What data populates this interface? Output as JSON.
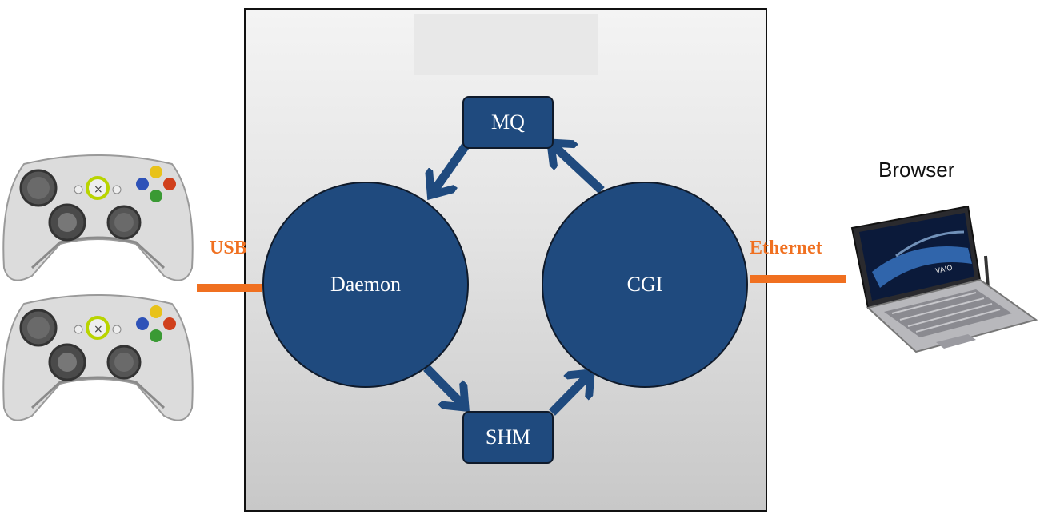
{
  "nodes": {
    "daemon": "Daemon",
    "cgi": "CGI",
    "mq": "MQ",
    "shm": "SHM"
  },
  "links": {
    "usb": "USB",
    "ethernet": "Ethernet"
  },
  "browser": {
    "label": "Browser",
    "laptop_brand": "VAIO"
  },
  "colors": {
    "node_fill": "#1f4a7e",
    "link_orange": "#f07020",
    "arrow": "#1f4a7e"
  },
  "icons": [
    "gamepad-icon",
    "gamepad-icon",
    "laptop-icon"
  ]
}
